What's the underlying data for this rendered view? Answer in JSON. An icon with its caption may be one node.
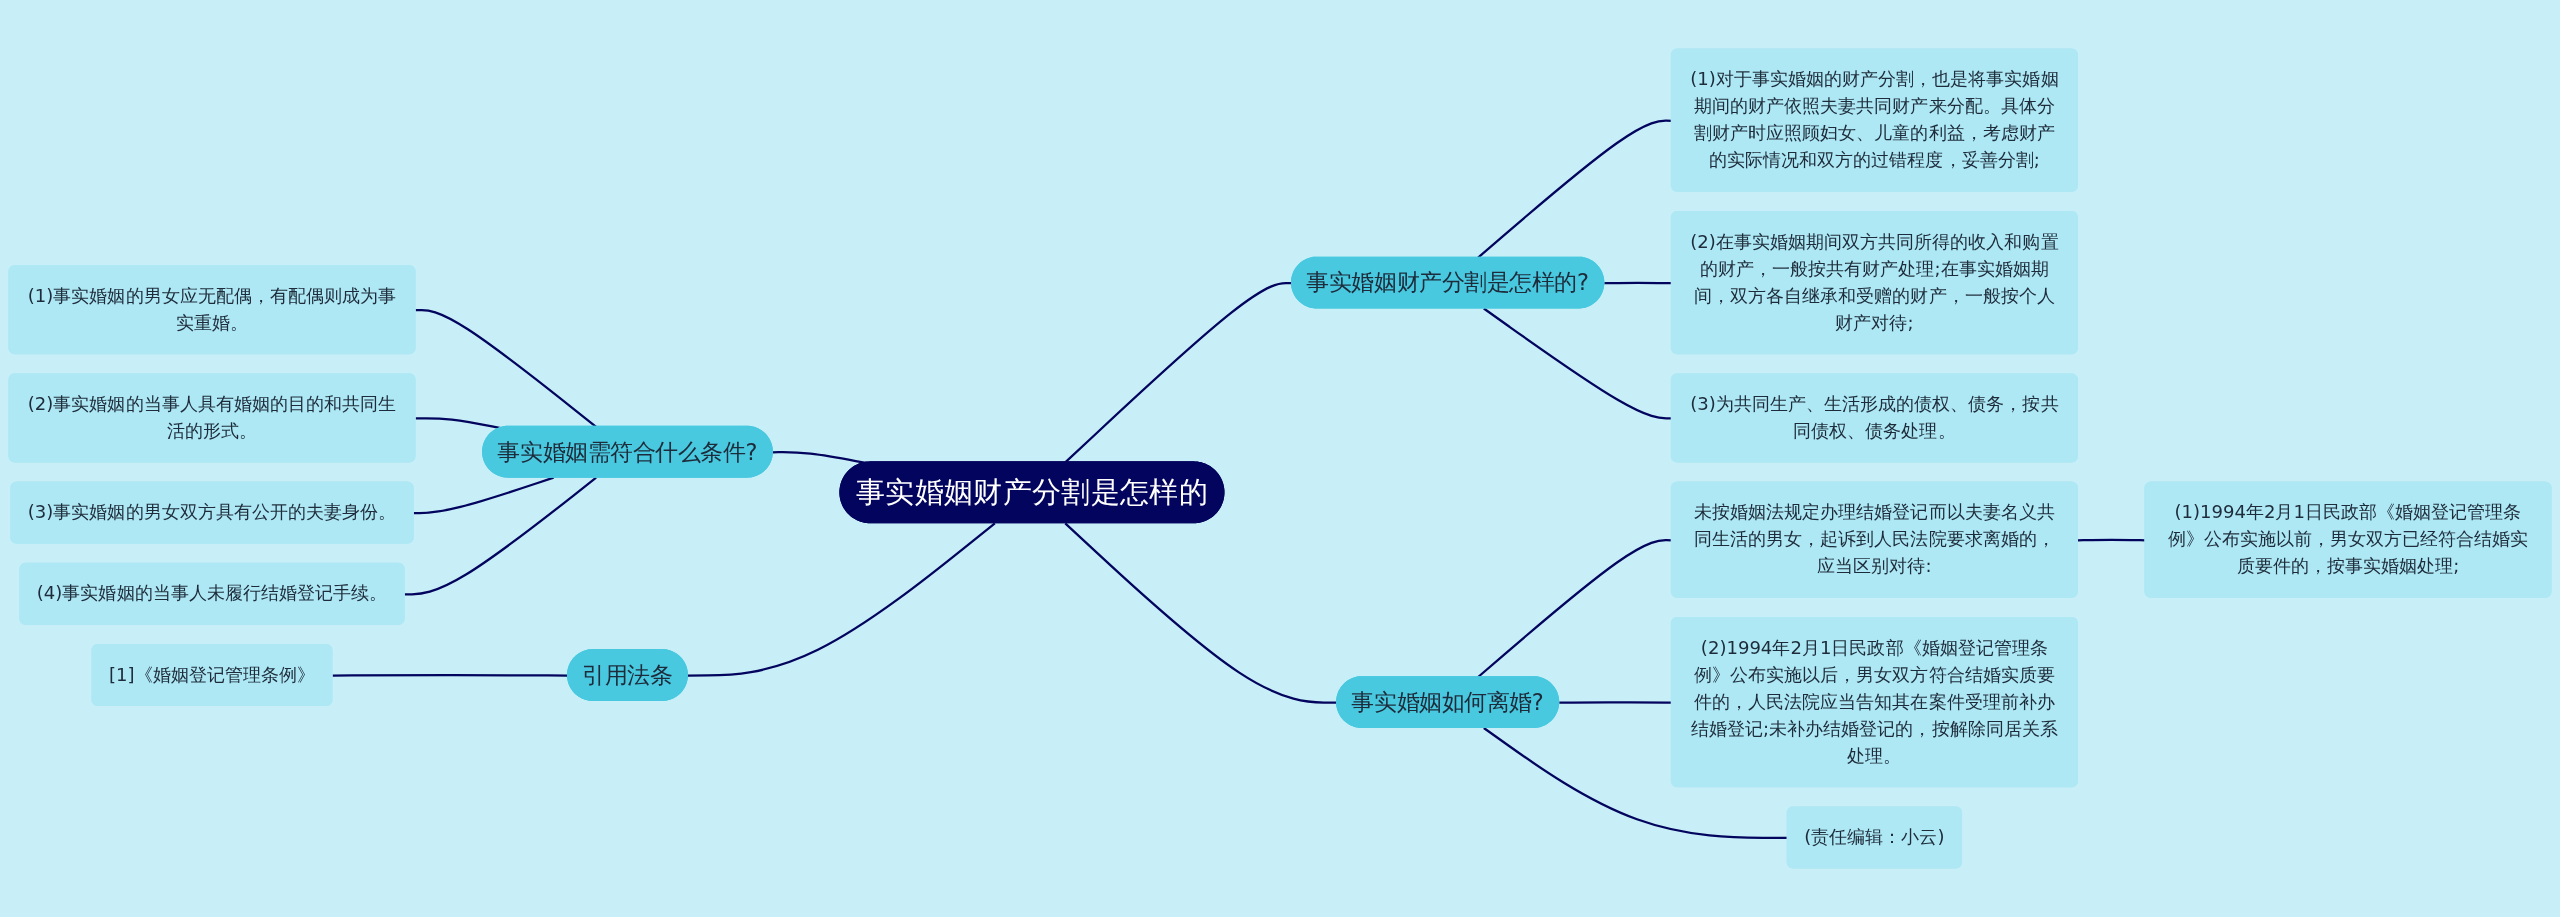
{
  "diagram": {
    "nodes": [
      {
        "text": [
          "事实婚姻财产分割是怎样的"
        ]
      },
      {
        "text": [
          "事实婚姻需符合什么条件?"
        ]
      },
      {
        "text": [
          "(1)事实婚姻的男女应无配偶，有配偶则成为事实重婚。"
        ]
      },
      {
        "text": [
          "(2)事实婚姻的当事人具有婚姻的目的和共同生活的形式。"
        ]
      },
      {
        "text": [
          "(3)事实婚姻的男女双方具有公开的夫妻身份。"
        ]
      },
      {
        "text": [
          "(4)事实婚姻的当事人未履行结婚登记手续。"
        ]
      },
      {
        "text": [
          "引用法条"
        ]
      },
      {
        "text": [
          "[1]《婚姻登记管理条例》"
        ]
      },
      {
        "text": [
          "事实婚姻财产分割是怎样的?"
        ]
      },
      {
        "text": [
          "(1)对于事实婚姻的财产分割，也是将事实婚姻期间的财产依照夫妻共同财产来分配。具体分割财产时应照顾妇女、儿童的利益，考虑财产的实际情况和双方的过错程度，妥善分割;"
        ]
      },
      {
        "text": [
          "(2)在事实婚姻期间双方共同所得的收入和购置的财产，一般按共有财产处理;在事实婚姻期间，双方各自继承和受赠的财产，一般按个人财产对待;"
        ]
      },
      {
        "text": [
          "(3)为共同生产、生活形成的债权、债务，按共同债权、债务处理。"
        ]
      },
      {
        "text": [
          "事实婚姻如何离婚?"
        ]
      },
      {
        "text": [
          "未按婚姻法规定办理结婚登记而以夫妻名义共同生活的男女，起诉到人民法院要求离婚的，应当区别对待:"
        ]
      },
      {
        "text": [
          "(1)1994年2月1日民政部《婚姻登记管理条例》公布实施以前，男女双方已经符合结婚实质要件的，按事实婚姻处理;"
        ]
      },
      {
        "text": [
          "(2)1994年2月1日民政部《婚姻登记管理条例》公布实施以后，男女双方符合结婚实质要件的，人民法院应当告知其在案件受理前补办结婚登记;未补办结婚登记的，按解除同居关系处理。"
        ]
      },
      {
        "text": [
          "(责任编辑：小云)"
        ]
      }
    ],
    "edges": [
      {
        "from": 0,
        "to": 1,
        "arrow": "none"
      },
      {
        "from": 1,
        "to": 2,
        "arrow": "none"
      },
      {
        "from": 1,
        "to": 3,
        "arrow": "none"
      },
      {
        "from": 1,
        "to": 4,
        "arrow": "none"
      },
      {
        "from": 1,
        "to": 5,
        "arrow": "none"
      },
      {
        "from": 0,
        "to": 6,
        "arrow": "none"
      },
      {
        "from": 6,
        "to": 7,
        "arrow": "none"
      },
      {
        "from": 0,
        "to": 8,
        "arrow": "none"
      },
      {
        "from": 8,
        "to": 9,
        "arrow": "none"
      },
      {
        "from": 8,
        "to": 10,
        "arrow": "none"
      },
      {
        "from": 8,
        "to": 11,
        "arrow": "none"
      },
      {
        "from": 0,
        "to": 12,
        "arrow": "none"
      },
      {
        "from": 12,
        "to": 13,
        "arrow": "none"
      },
      {
        "from": 13,
        "to": 14,
        "arrow": "none"
      },
      {
        "from": 12,
        "to": 15,
        "arrow": "none"
      },
      {
        "from": 12,
        "to": 16,
        "arrow": "none"
      }
    ]
  }
}
